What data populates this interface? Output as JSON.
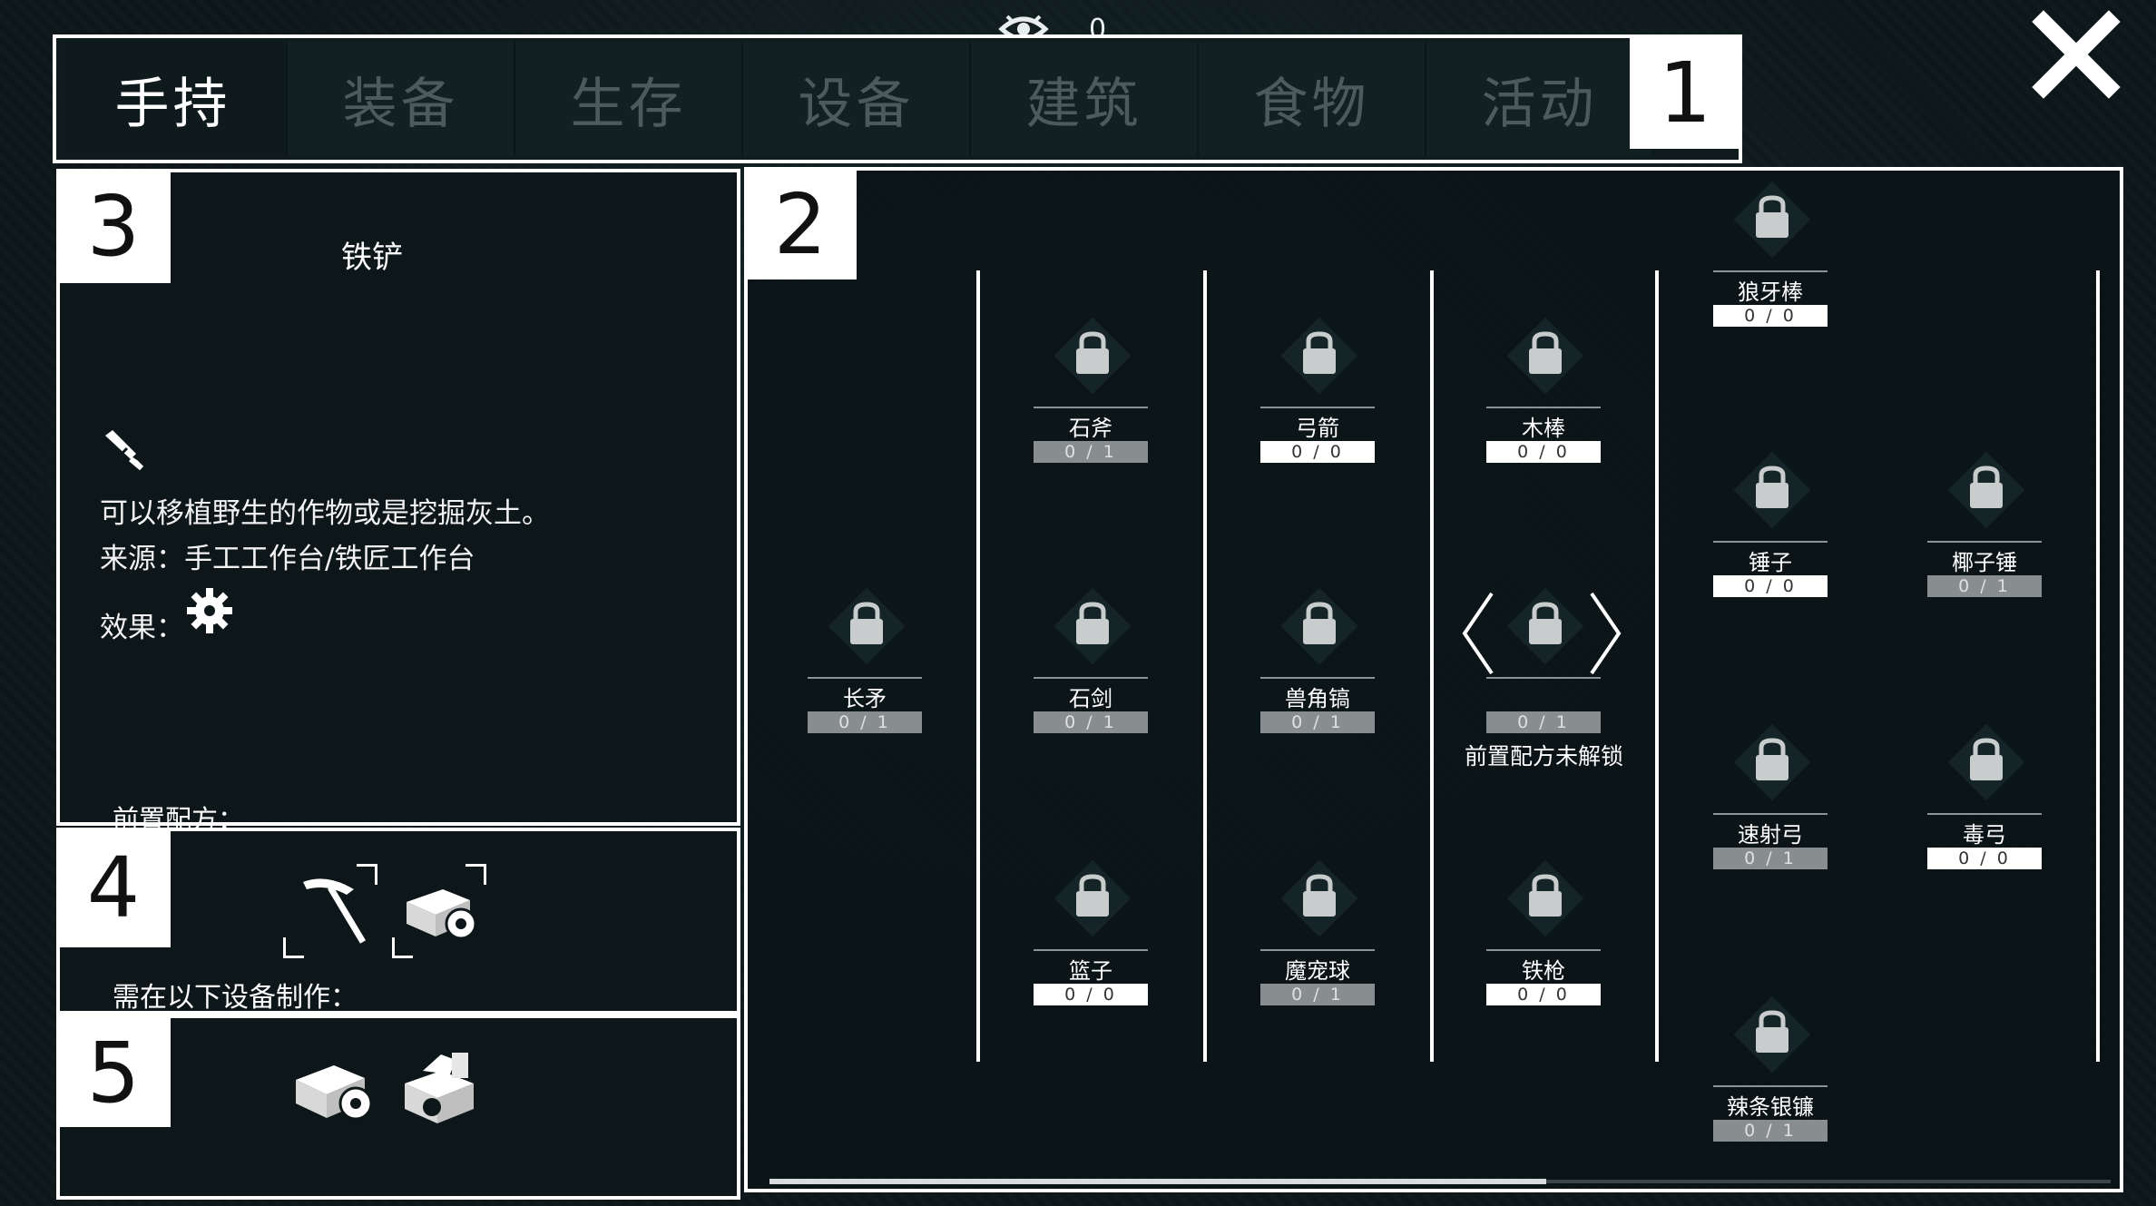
{
  "top_counter": {
    "value": "0",
    "icon": "eye-icon"
  },
  "tabs": [
    {
      "label": "手持",
      "active": true
    },
    {
      "label": "装备",
      "active": false
    },
    {
      "label": "生存",
      "active": false
    },
    {
      "label": "设备",
      "active": false
    },
    {
      "label": "建筑",
      "active": false
    },
    {
      "label": "食物",
      "active": false
    },
    {
      "label": "活动",
      "active": false
    }
  ],
  "badges": {
    "b1": "1",
    "b2": "2",
    "b3": "3",
    "b4": "4",
    "b5": "5"
  },
  "info": {
    "title": "铁铲",
    "desc1": "可以移植野生的作物或是挖掘灰土。",
    "desc2": "来源：手工工作台/铁匠工作台",
    "effect_label": "效果：",
    "prereq_label": "前置配方：",
    "craft_at_label": "需在以下设备制作："
  },
  "recipes": {
    "r0": {
      "name": "长矛",
      "count": "0 / 1"
    },
    "r1": {
      "name": "石斧",
      "count": "0 / 1"
    },
    "r2": {
      "name": "石剑",
      "count": "0 / 1"
    },
    "r3": {
      "name": "篮子",
      "count": "0 / 0"
    },
    "r4": {
      "name": "弓箭",
      "count": "0 / 0"
    },
    "r5": {
      "name": "兽角镐",
      "count": "0 / 1"
    },
    "r6": {
      "name": "魔宠球",
      "count": "0 / 1"
    },
    "r7": {
      "name": "木棒",
      "count": "0 / 0"
    },
    "r8": {
      "name": "",
      "count": "0 / 1"
    },
    "r9": {
      "name": "铁枪",
      "count": "0 / 0"
    },
    "r10": {
      "name": "狼牙棒",
      "count": "0 / 0"
    },
    "r11": {
      "name": "锤子",
      "count": "0 / 0"
    },
    "r12": {
      "name": "速射弓",
      "count": "0 / 1"
    },
    "r13": {
      "name": "辣条银镰",
      "count": "0 / 1"
    },
    "r14": {
      "name": "椰子锤",
      "count": "0 / 1"
    },
    "r15": {
      "name": "毒弓",
      "count": "0 / 0"
    }
  },
  "locked_text": "前置配方未解锁",
  "colors": {
    "bg": "#0d1719",
    "border": "#ffffff",
    "tab_inactive": "#4c5a5c",
    "count_gray": "#888e8f"
  }
}
